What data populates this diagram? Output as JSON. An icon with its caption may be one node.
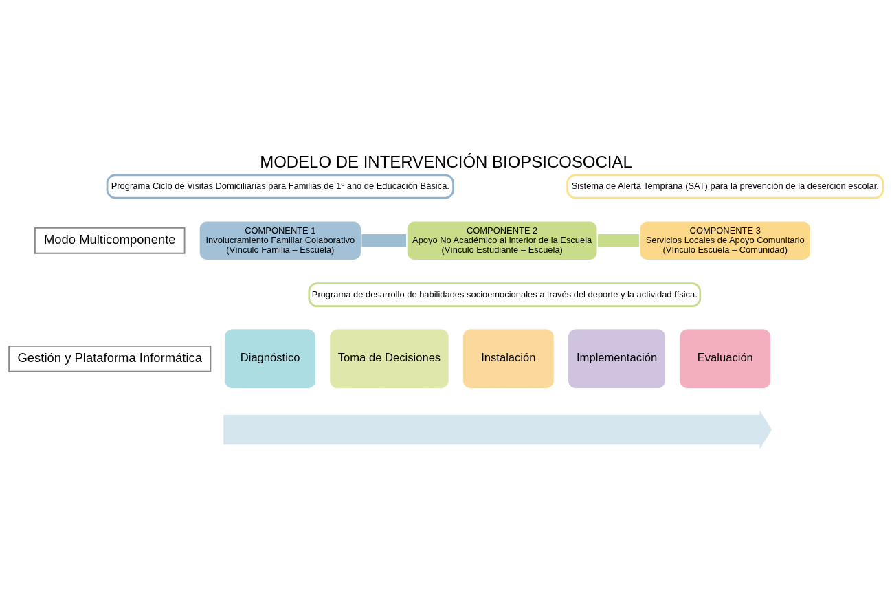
{
  "diagram": {
    "title": "MODELO DE INTERVENCIÓN BIOPSICOSOCIAL",
    "nodes": [
      {
        "text": [
          "Modo Multicomponente"
        ]
      },
      {
        "text": [
          "Programa Ciclo de Visitas Domiciliarias para Familias de 1º año de Educación Básica."
        ]
      },
      {
        "text": [
          "COMPONENTE 1",
          "Involucramiento Familiar Colaborativo",
          "(Vínculo Familia – Escuela)"
        ]
      },
      {
        "text": [
          "COMPONENTE 2",
          "Apoyo No Académico al interior de la Escuela",
          "(Vínculo Estudiante – Escuela)"
        ]
      },
      {
        "text": [
          "Programa de desarrollo de habilidades socioemocionales a través del deporte y la actividad física."
        ]
      },
      {
        "text": [
          "Sistema de Alerta Temprana (SAT) para la prevención de la deserción escolar."
        ]
      },
      {
        "text": [
          "COMPONENTE 3",
          "Servicios Locales de Apoyo Comunitario",
          "(Vínculo Escuela – Comunidad)"
        ]
      },
      {
        "text": [
          "Gestión y Plataforma Informática"
        ]
      },
      {
        "text": [],
        "shape": "arrow"
      },
      {
        "text": [
          "Diagnóstico"
        ]
      },
      {
        "text": [
          "Toma de Decisiones"
        ]
      },
      {
        "text": [
          "Instalación"
        ]
      },
      {
        "text": [
          "Implementación"
        ]
      },
      {
        "text": [
          "Evaluación"
        ]
      }
    ],
    "edges": [
      {
        "from": 2,
        "to": 3,
        "arrow": "none",
        "color": "#9dbdd3"
      },
      {
        "from": 3,
        "to": 6,
        "arrow": "none",
        "color": "#c9dc8a"
      }
    ]
  }
}
